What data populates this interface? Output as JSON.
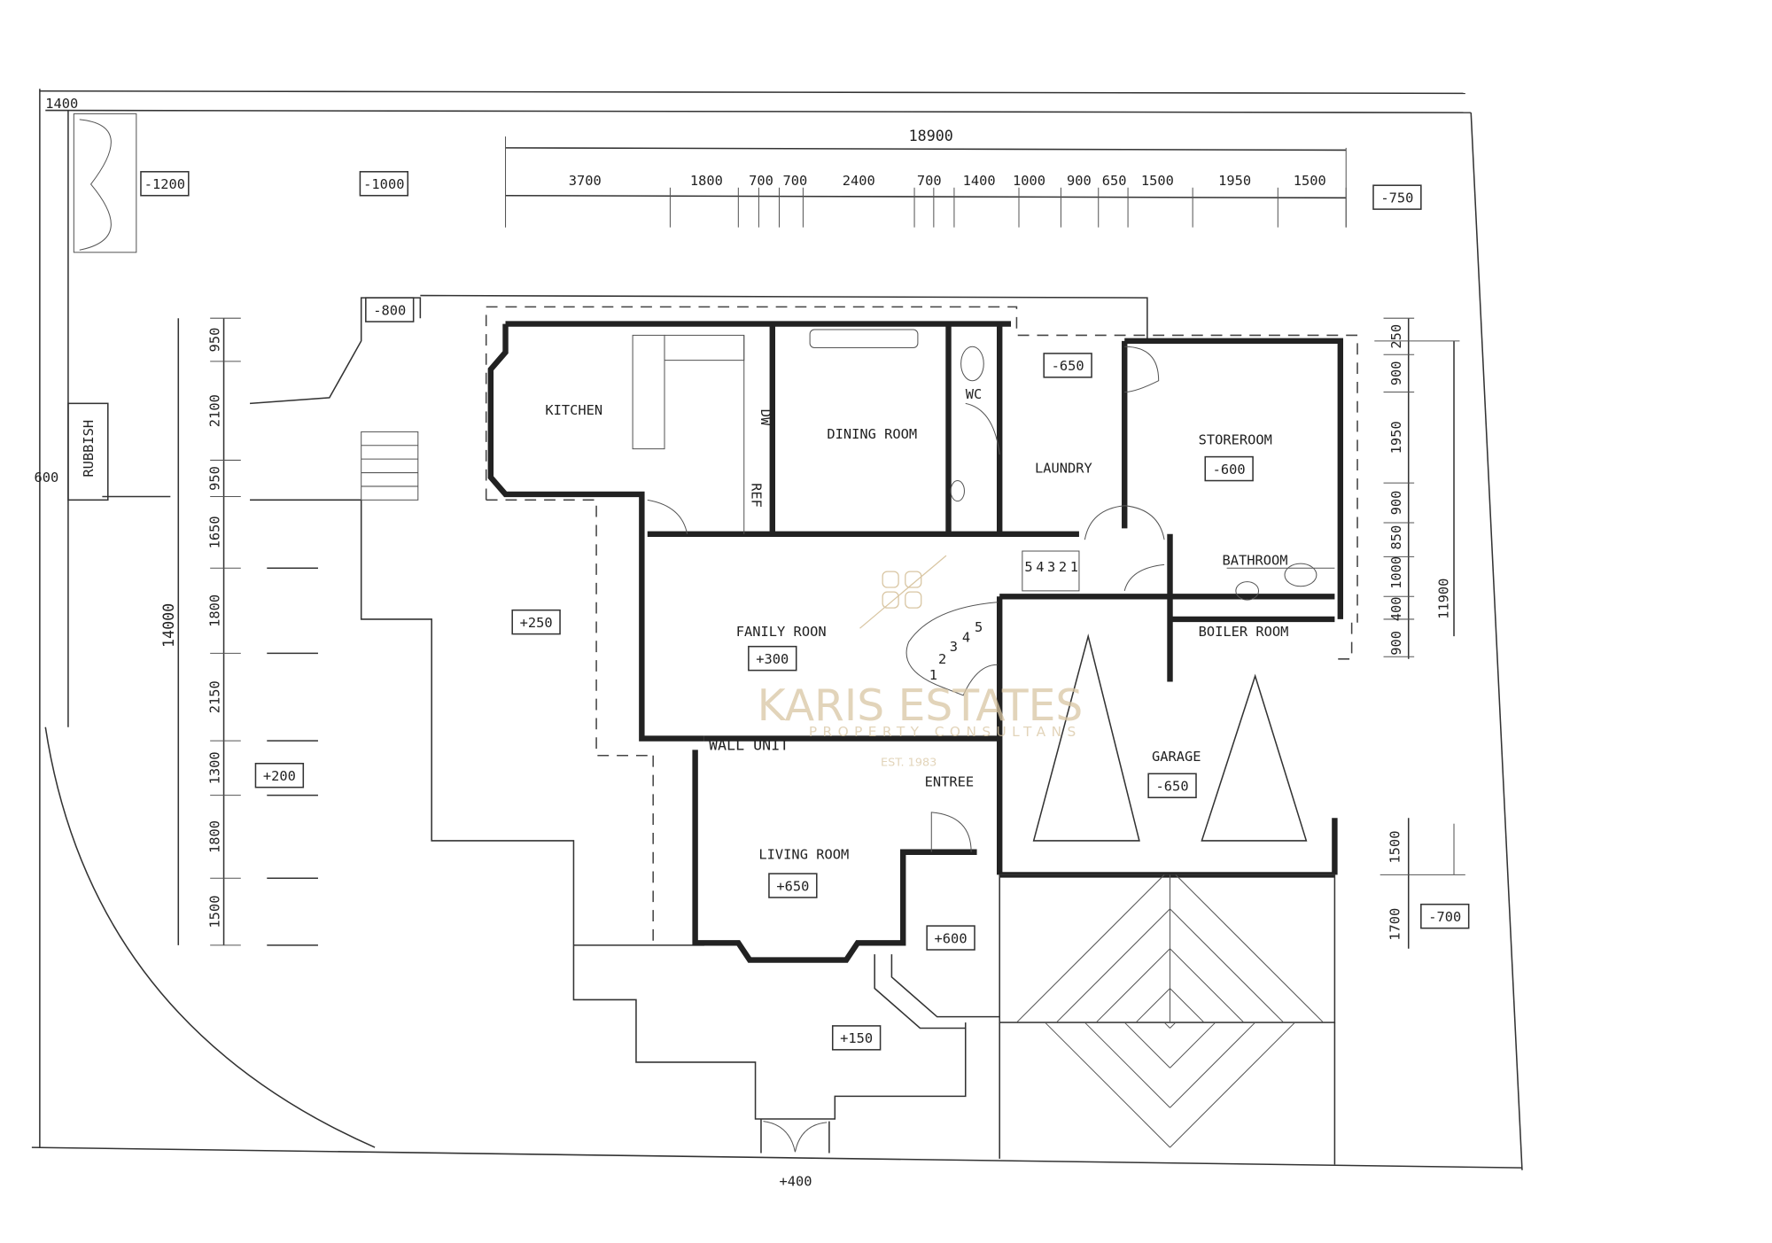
{
  "plan": {
    "overall_width": "18900",
    "overall_depth": "14000",
    "corner_level": "1400",
    "side_level": "600",
    "street_level": "+400",
    "top_dims": [
      "3700",
      "1800",
      "700",
      "700",
      "2400",
      "700",
      "1400",
      "1000",
      "900",
      "650",
      "1500",
      "1950",
      "1500"
    ],
    "left_dims": [
      "950",
      "2100",
      "950",
      "1650",
      "1800",
      "2150",
      "1300",
      "1800",
      "1500"
    ],
    "right_dims": [
      "250",
      "900",
      "1950",
      "900",
      "850",
      "1000",
      "400",
      "900"
    ],
    "right_total": "11900",
    "right_lower_dims": [
      "1500",
      "1700"
    ],
    "levels": {
      "gate": "-1200",
      "yard": "-1000",
      "north_east": "-750",
      "north_west": "-800",
      "service": "-650",
      "storeroom": "-600",
      "terrace": "+250",
      "family_room": "+300",
      "garden": "+200",
      "living_room": "+650",
      "porch": "+600",
      "front": "+150",
      "garage": "-650",
      "south_east": "-700"
    },
    "rooms": {
      "kitchen": "KITCHEN",
      "dining": "DINING ROOM",
      "wc": "WC",
      "laundry": "LAUNDRY",
      "storeroom": "STOREROOM",
      "bathroom": "BATHROOM",
      "boiler": "BOILER ROOM",
      "family": "FANILY ROON",
      "wall_unit": "WALL UNIT",
      "entree": "ENTREE",
      "living": "LIVING ROOM",
      "garage": "GARAGE",
      "rubbish": "RUBBISH",
      "dw": "DW",
      "ref": "REF"
    },
    "stair_steps": [
      "5",
      "4",
      "3",
      "2",
      "1"
    ],
    "spiral_steps": [
      "1",
      "2",
      "3",
      "4",
      "5"
    ]
  },
  "watermark": {
    "name": "KARIS ESTATES",
    "tagline": "PROPERTY CONSULTANS",
    "est": "EST. 1983",
    "color": "#d9c6a3"
  }
}
